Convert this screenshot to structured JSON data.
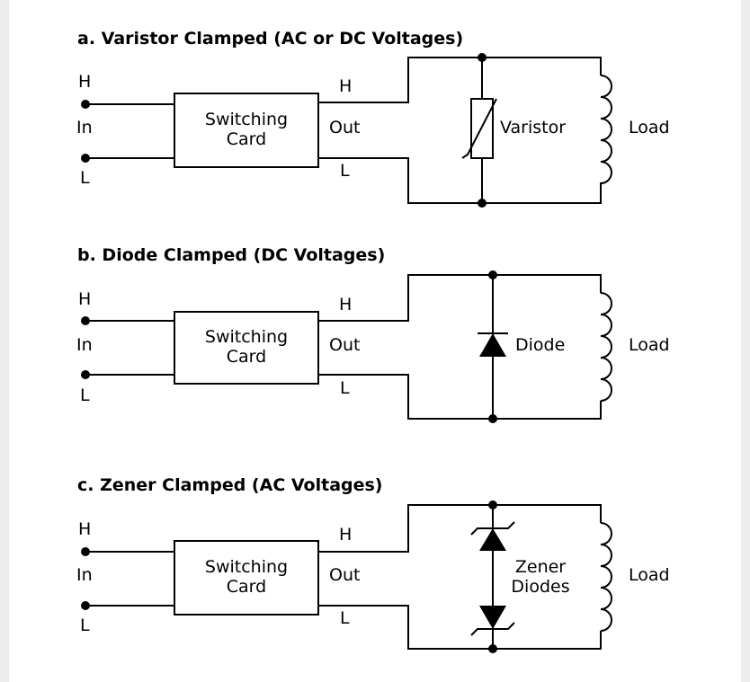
{
  "colors": {
    "background": "#ececec",
    "panel": "#ffffff",
    "line": "#000000"
  },
  "panels": [
    {
      "title": "a. Varistor Clamped (AC or DC Voltages)",
      "input_h": "H",
      "input_in": "In",
      "input_l": "L",
      "card_line1": "Switching",
      "card_line2": "Card",
      "out_h": "H",
      "out_out": "Out",
      "out_l": "L",
      "component_line1": "Varistor",
      "component_line2": "",
      "load": "Load"
    },
    {
      "title": "b. Diode Clamped (DC Voltages)",
      "input_h": "H",
      "input_in": "In",
      "input_l": "L",
      "card_line1": "Switching",
      "card_line2": "Card",
      "out_h": "H",
      "out_out": "Out",
      "out_l": "L",
      "component_line1": "Diode",
      "component_line2": "",
      "load": "Load"
    },
    {
      "title": "c. Zener Clamped (AC Voltages)",
      "input_h": "H",
      "input_in": "In",
      "input_l": "L",
      "card_line1": "Switching",
      "card_line2": "Card",
      "out_h": "H",
      "out_out": "Out",
      "out_l": "L",
      "component_line1": "Zener",
      "component_line2": "Diodes",
      "load": "Load"
    }
  ]
}
